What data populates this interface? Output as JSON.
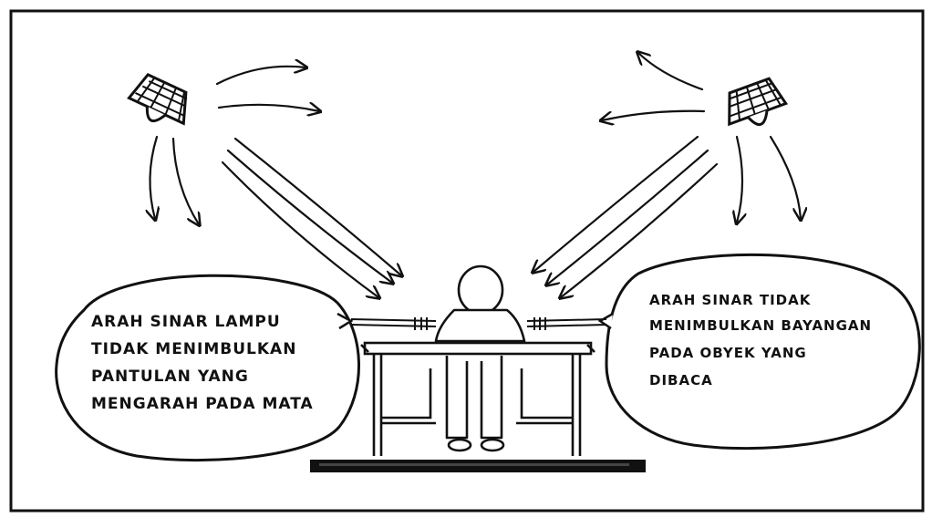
{
  "left_note": {
    "lines": [
      "ARAH SINAR LAMPU",
      "TIDAK MENIMBULKAN",
      "PANTULAN YANG",
      "MENGARAH PADA MATA"
    ]
  },
  "right_note": {
    "lines": [
      "ARAH SINAR TIDAK",
      "MENIMBULKAN BAYANGAN",
      "PADA OBYEK YANG",
      "DIBACA"
    ]
  },
  "colors": {
    "ink": "#111111",
    "paper": "#ffffff"
  },
  "icons": [
    "lamp-icon",
    "arrow-icon",
    "person-icon",
    "desk-icon"
  ]
}
